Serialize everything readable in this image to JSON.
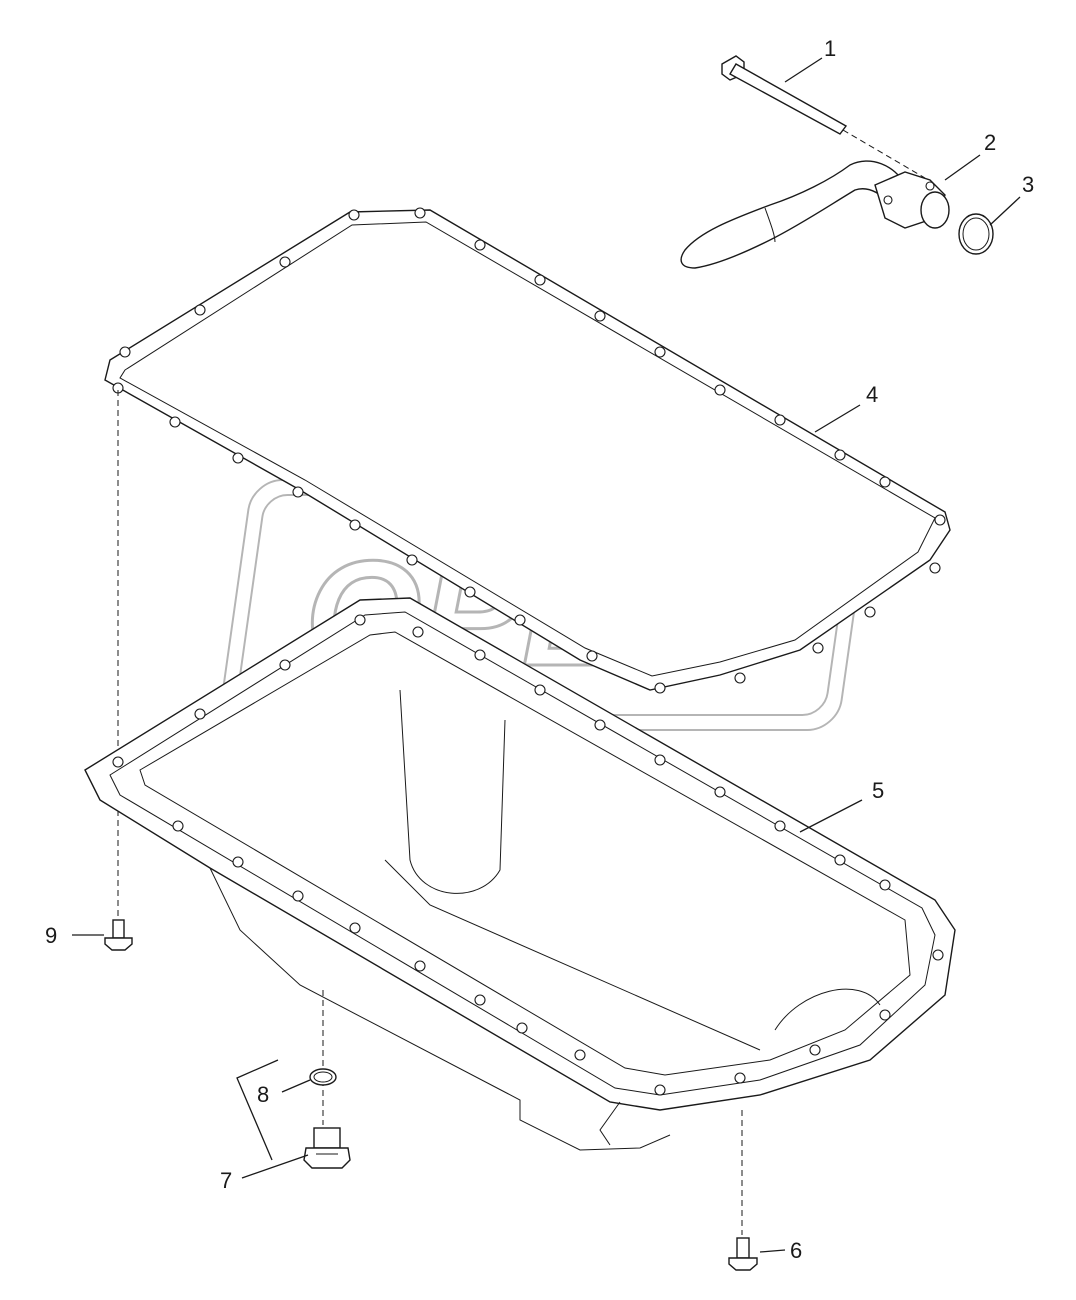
{
  "watermark": {
    "text": "OPEX"
  },
  "callouts": [
    "1",
    "2",
    "3",
    "4",
    "5",
    "6",
    "7",
    "8",
    "9"
  ],
  "parts": [
    {
      "number": "1",
      "name": "bolt"
    },
    {
      "number": "2",
      "name": "oil suction pipe"
    },
    {
      "number": "3",
      "name": "o-ring"
    },
    {
      "number": "4",
      "name": "oil pan gasket"
    },
    {
      "number": "5",
      "name": "oil pan"
    },
    {
      "number": "6",
      "name": "flange bolt"
    },
    {
      "number": "7",
      "name": "drain plug"
    },
    {
      "number": "8",
      "name": "sealing ring"
    },
    {
      "number": "9",
      "name": "flange bolt"
    }
  ]
}
